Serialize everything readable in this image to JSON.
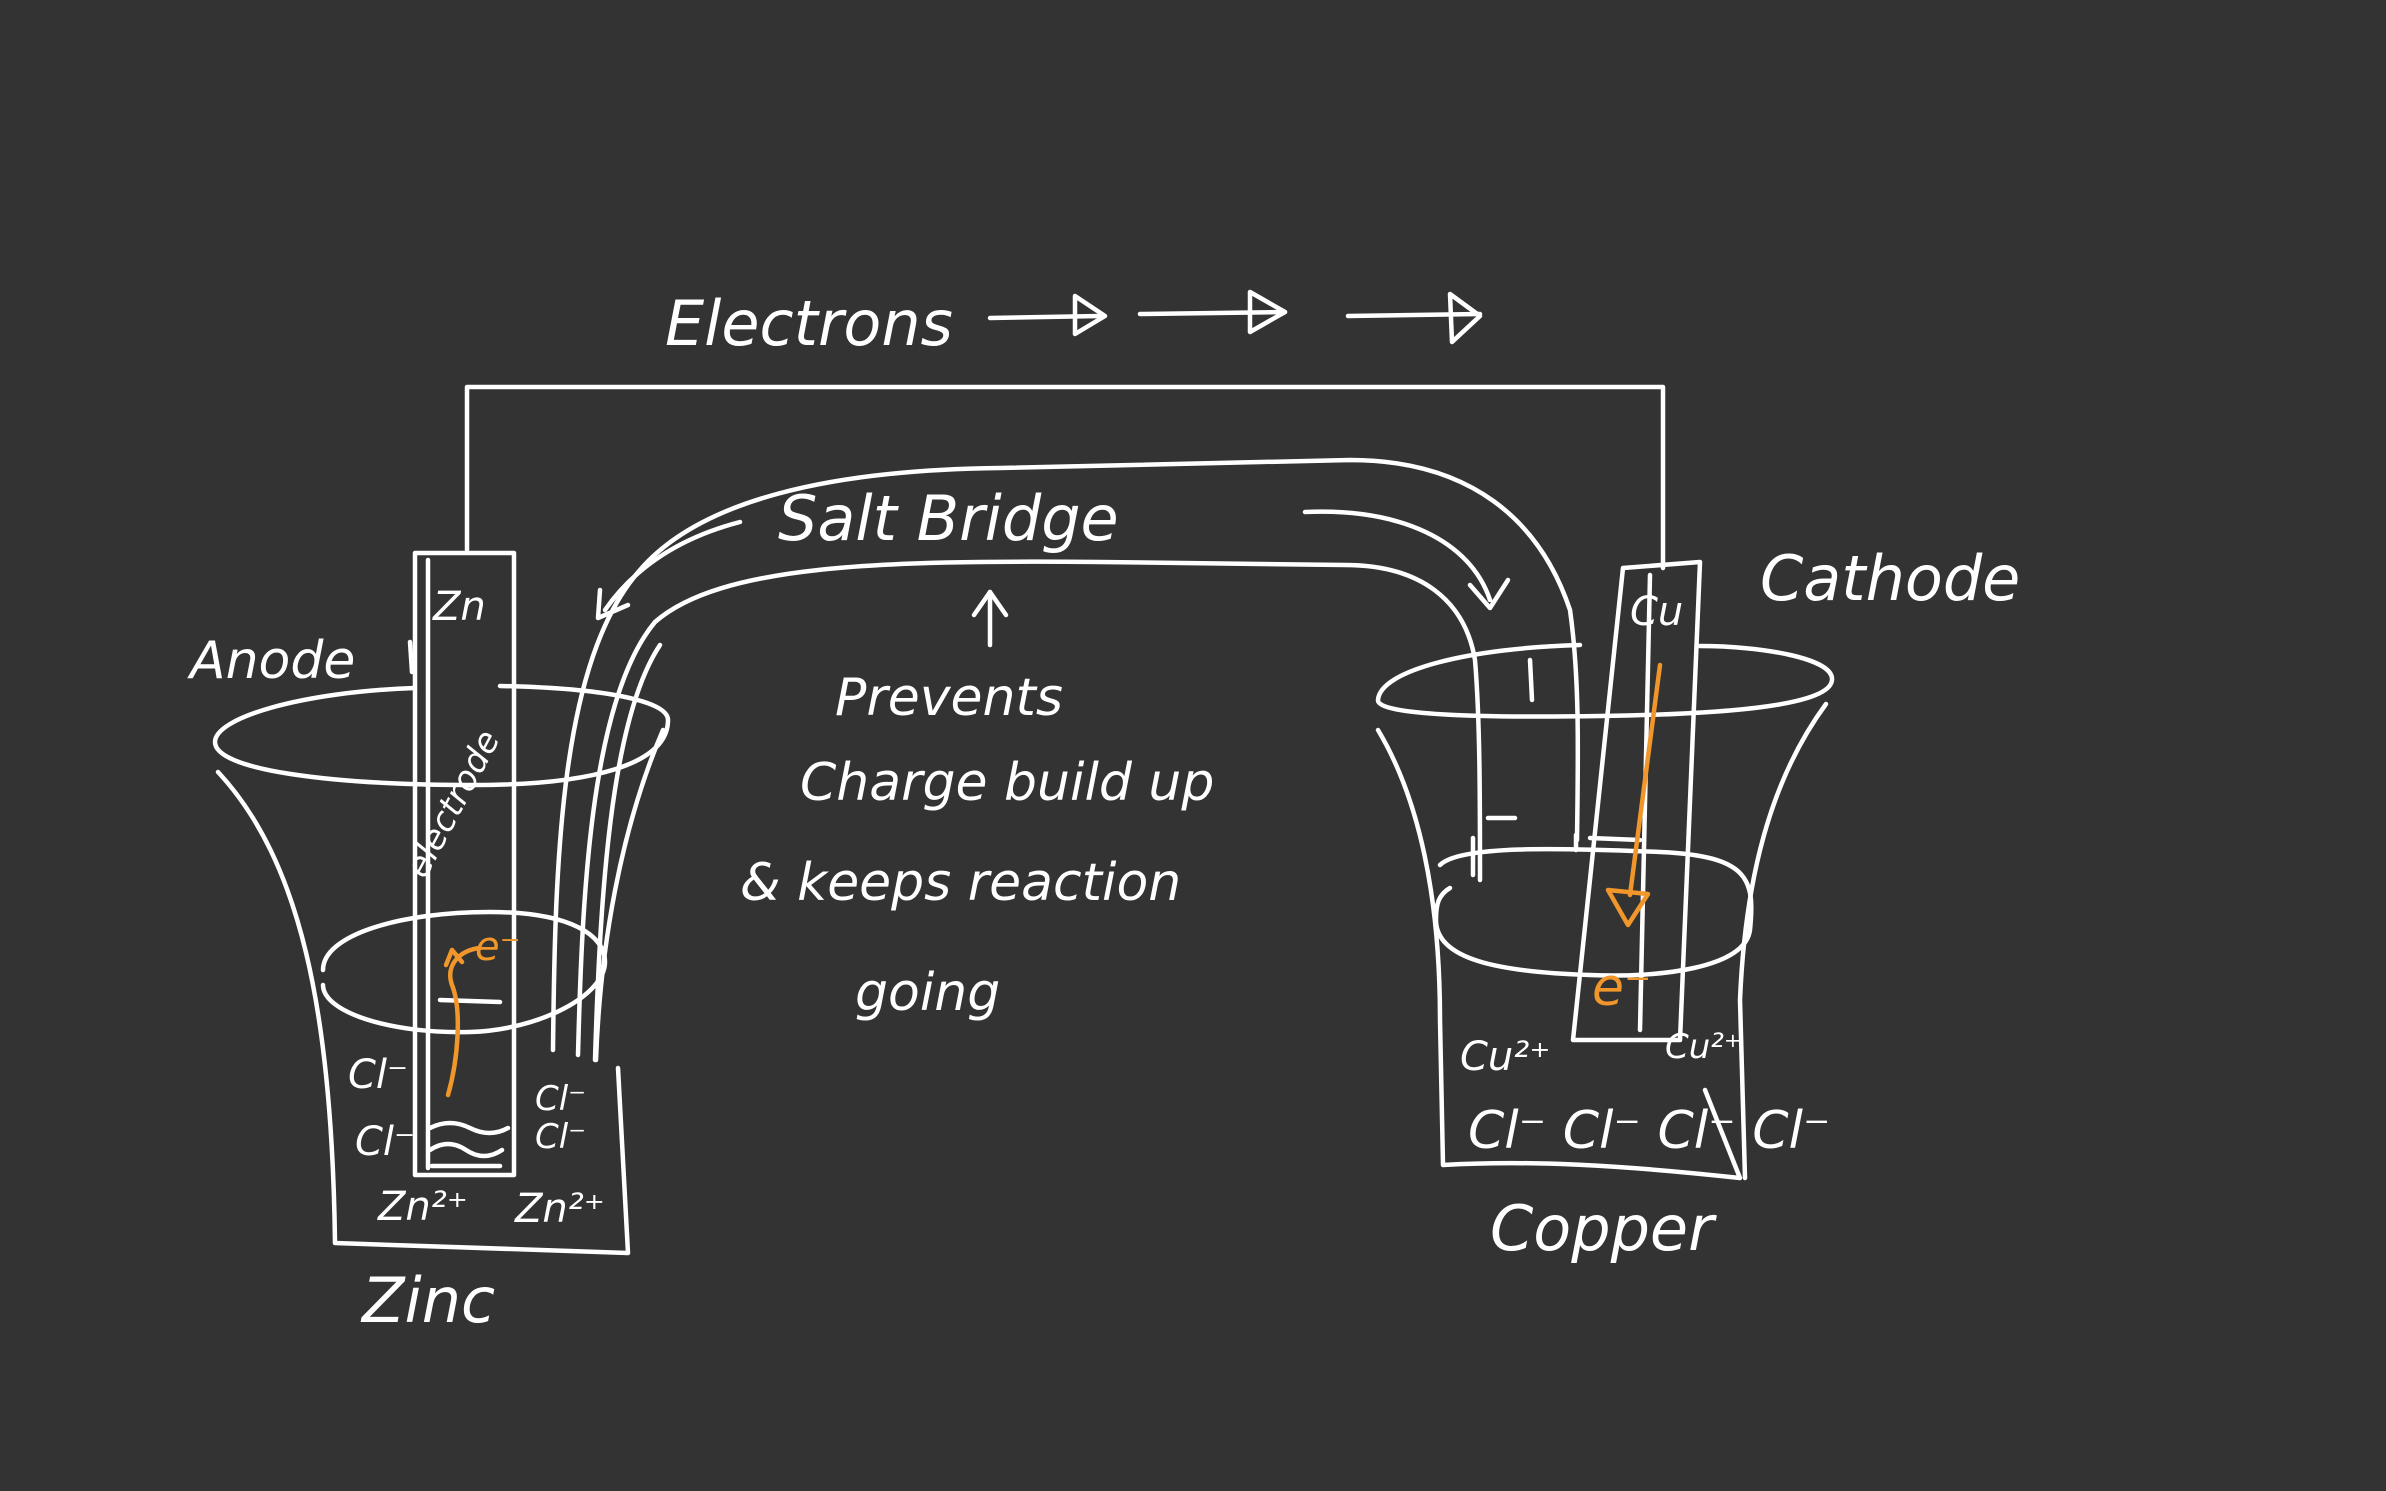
{
  "colors": {
    "background": "#333333",
    "ink": "#ffffff",
    "accent": "#f0962a"
  },
  "labels": {
    "electrons": "Electrons",
    "salt_bridge": "Salt Bridge",
    "anode": "Anode",
    "cathode": "Cathode",
    "zn": "Zn",
    "cu": "Cu",
    "zinc": "Zinc",
    "copper": "Copper",
    "electrode": "electrode",
    "e_minus_left": "e⁻",
    "e_minus_right": "e⁻",
    "note_lines": [
      "Prevents",
      "Charge build up",
      "& keeps reaction",
      "going"
    ],
    "left_ions": {
      "cl1": "Cl⁻",
      "cl2": "Cl⁻",
      "cl3": "Cl⁻",
      "cl4": "Cl⁻",
      "zn1": "Zn²⁺",
      "zn2": "Zn²⁺"
    },
    "right_ions": {
      "cu1": "Cu²⁺",
      "cu2": "Cu²⁺",
      "cl_row": "Cl⁻ Cl⁻ Cl⁻ Cl⁻"
    }
  }
}
